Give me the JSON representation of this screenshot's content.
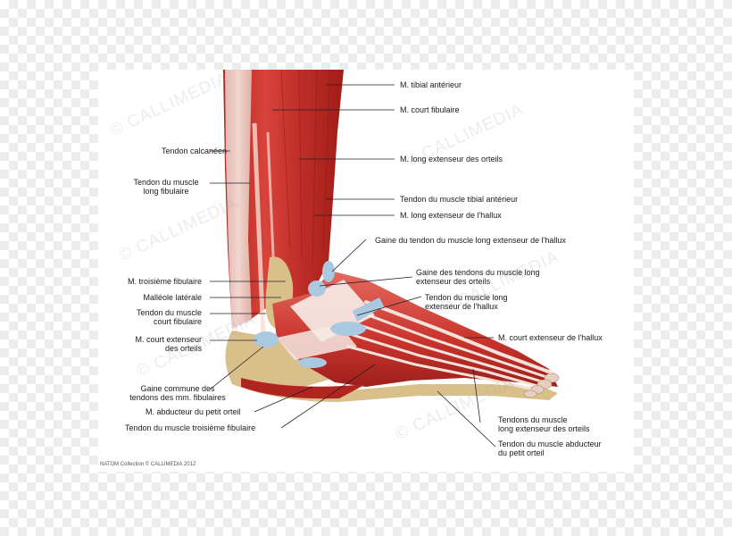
{
  "labels": {
    "tibial_anterieur": "M. tibial antérieur",
    "court_fibulaire": "M. court fibulaire",
    "long_extenseur_orteils": "M. long extenseur des orteils",
    "tendon_tibial_anterieur": "Tendon du muscle tibial antérieur",
    "long_extenseur_hallux": "M. long extenseur de l'hallux",
    "gaine_tendon_hallux": "Gaine du tendon du muscle long extenseur de l'hallux",
    "gaine_tendons_orteils_1": "Gaine des tendons du muscle long",
    "gaine_tendons_orteils_2": "extenseur des orteils",
    "tendon_long_ext_hallux_1": "Tendon du muscle long",
    "tendon_long_ext_hallux_2": "extenseur de l'hallux",
    "court_ext_hallux": "M. court extenseur de l'hallux",
    "tendons_orteils_1": "Tendons du muscle",
    "tendons_orteils_2": "long extenseur des orteils",
    "tendon_abducteur_1": "Tendon du muscle abducteur",
    "tendon_abducteur_2": "du petit orteil",
    "tendon_calcaneen": "Tendon calcanéen",
    "tendon_long_fibulaire_1": "Tendon du muscle",
    "tendon_long_fibulaire_2": "long fibulaire",
    "troisieme_fibulaire": "M. troisième fibulaire",
    "malleole_laterale": "Malléole latérale",
    "tendon_court_fibulaire_1": "Tendon du muscle",
    "tendon_court_fibulaire_2": "court fibulaire",
    "court_ext_orteils_1": "M. court extenseur",
    "court_ext_orteils_2": "des orteils",
    "gaine_commune_1": "Gaine commune des",
    "gaine_commune_2": "tendons des mm. fibulaires",
    "abducteur_petit_orteil": "M. abducteur du petit orteil",
    "tendon_troisieme_fibulaire": "Tendon du muscle troisième fibulaire"
  },
  "credit": "NATOM Collection © CALLIMEDIA 2012",
  "watermark": "© CALLIMEDIA",
  "colors": {
    "muscle": "#c9302c",
    "muscle_dark": "#9e1f1a",
    "muscle_light": "#e8736a",
    "tendon": "#f1e4dc",
    "bone": "#d9c08a",
    "sheath": "#aac8e0"
  }
}
